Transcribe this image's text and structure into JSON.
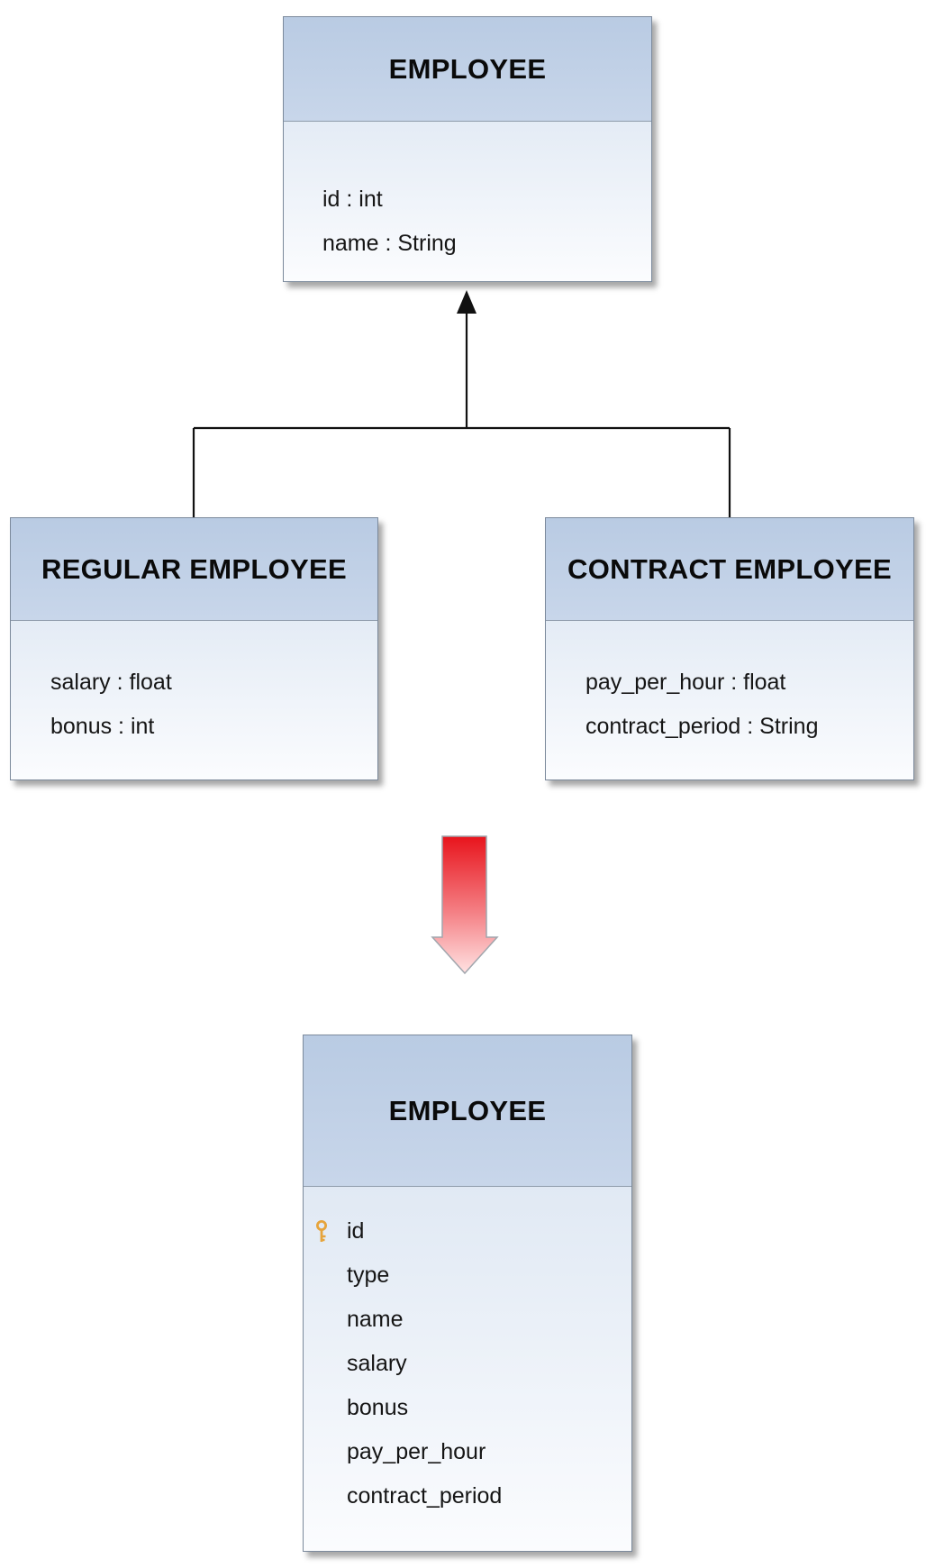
{
  "classes": {
    "employee": {
      "title": "EMPLOYEE",
      "attributes": [
        "id : int",
        "name : String"
      ]
    },
    "regular": {
      "title": "REGULAR EMPLOYEE",
      "attributes": [
        "salary : float",
        "bonus : int"
      ]
    },
    "contract": {
      "title": "CONTRACT EMPLOYEE",
      "attributes": [
        "pay_per_hour : float",
        "contract_period : String"
      ]
    }
  },
  "table": {
    "title": "EMPLOYEE",
    "primary_key_icon": "key-icon",
    "columns": [
      "id",
      "type",
      "name",
      "salary",
      "bonus",
      "pay_per_hour",
      "contract_period"
    ]
  },
  "colors": {
    "header_fill": "#b9cbe3",
    "body_fill_top": "#dde6f2",
    "body_fill_bottom": "#fbfcfe",
    "border": "#7c8a9c",
    "arrow_red": "#e8141c",
    "arrow_red_light": "#ffd2d2",
    "key_gold": "#e6a43c"
  },
  "icons": {
    "inheritance_arrow": "hollow-up-triangle-arrow",
    "transform_arrow": "red-down-block-arrow"
  }
}
